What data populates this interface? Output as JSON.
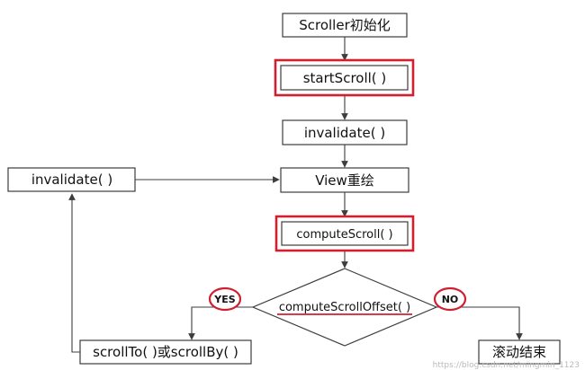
{
  "nodes": {
    "init": "Scroller初始化",
    "start_scroll": "startScroll( )",
    "invalidate_main": "invalidate( )",
    "view_redraw": "View重绘",
    "compute_scroll": "computeScroll( )",
    "decision": "computeScrollOffset( )",
    "invalidate_side": "invalidate( )",
    "scroll_to_by": "scrollTo( )或scrollBy( )",
    "end": "滚动结束"
  },
  "branches": {
    "yes": "YES",
    "no": "NO"
  },
  "watermark": "https://blog.csdn.net/mingmin_1123",
  "colors": {
    "highlight": "#d0202f",
    "box_stroke": "#3d3d3d",
    "edge": "#3d3d3d",
    "text": "#111111"
  }
}
